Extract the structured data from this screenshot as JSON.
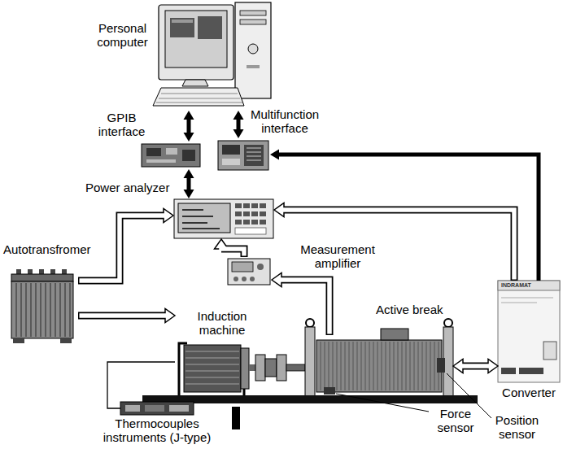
{
  "diagram": {
    "nodes": [
      {
        "text": [
          "Personal computer"
        ]
      },
      {
        "text": [
          "GPIB interface"
        ]
      },
      {
        "text": [
          "Multifunction interface"
        ]
      },
      {
        "text": [
          "Power analyzer"
        ]
      },
      {
        "text": [
          "Measurement amplifier"
        ]
      },
      {
        "text": [
          "Autotransfromer"
        ]
      },
      {
        "text": [
          "Induction machine"
        ]
      },
      {
        "text": [
          "Active break"
        ]
      },
      {
        "text": [
          "Converter"
        ]
      },
      {
        "text": [
          "Thermocouples instruments (J-type)"
        ]
      }
    ],
    "edges": [
      {
        "from": 1,
        "to": 0,
        "arrow": "both"
      },
      {
        "from": 2,
        "to": 0,
        "arrow": "both"
      },
      {
        "from": 1,
        "to": 3,
        "arrow": "both"
      },
      {
        "from": 8,
        "to": 2,
        "arrow": "to"
      },
      {
        "from": 8,
        "to": 3,
        "arrow": "to"
      },
      {
        "from": 5,
        "to": 3,
        "arrow": "to"
      },
      {
        "from": 5,
        "to": 6,
        "arrow": "to"
      },
      {
        "from": 4,
        "to": 3,
        "arrow": "to"
      },
      {
        "from": 7,
        "to": 4,
        "arrow": "to"
      },
      {
        "from": 7,
        "to": 8,
        "arrow": "both"
      },
      {
        "from": 9,
        "to": 6,
        "arrow": "none"
      }
    ],
    "labels": [
      "Force sensor",
      "Position sensor",
      "INDRAMAT"
    ]
  }
}
